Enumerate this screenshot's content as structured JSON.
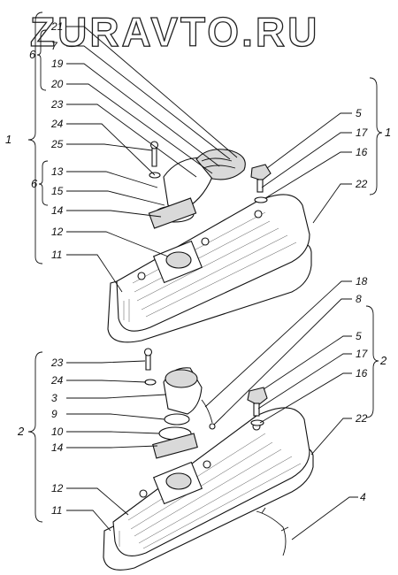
{
  "watermark": "ZURAVTO.RU",
  "group_labels": {
    "g1_left": "1",
    "g6_upper": "6",
    "g6_middle": "6",
    "g1_right": "1",
    "g2_left": "2",
    "g2_right": "2"
  },
  "upper_left_callouts": [
    "21",
    "7",
    "19",
    "20",
    "23",
    "24",
    "25",
    "13",
    "15",
    "14",
    "12",
    "11"
  ],
  "upper_right_callouts": [
    "5",
    "17",
    "16",
    "22"
  ],
  "lower_right_callouts": [
    "18",
    "8",
    "5",
    "17",
    "16",
    "22"
  ],
  "lower_left_callouts": [
    "23",
    "24",
    "3",
    "9",
    "10",
    "14",
    "12",
    "11"
  ],
  "bottom_callout": "4"
}
